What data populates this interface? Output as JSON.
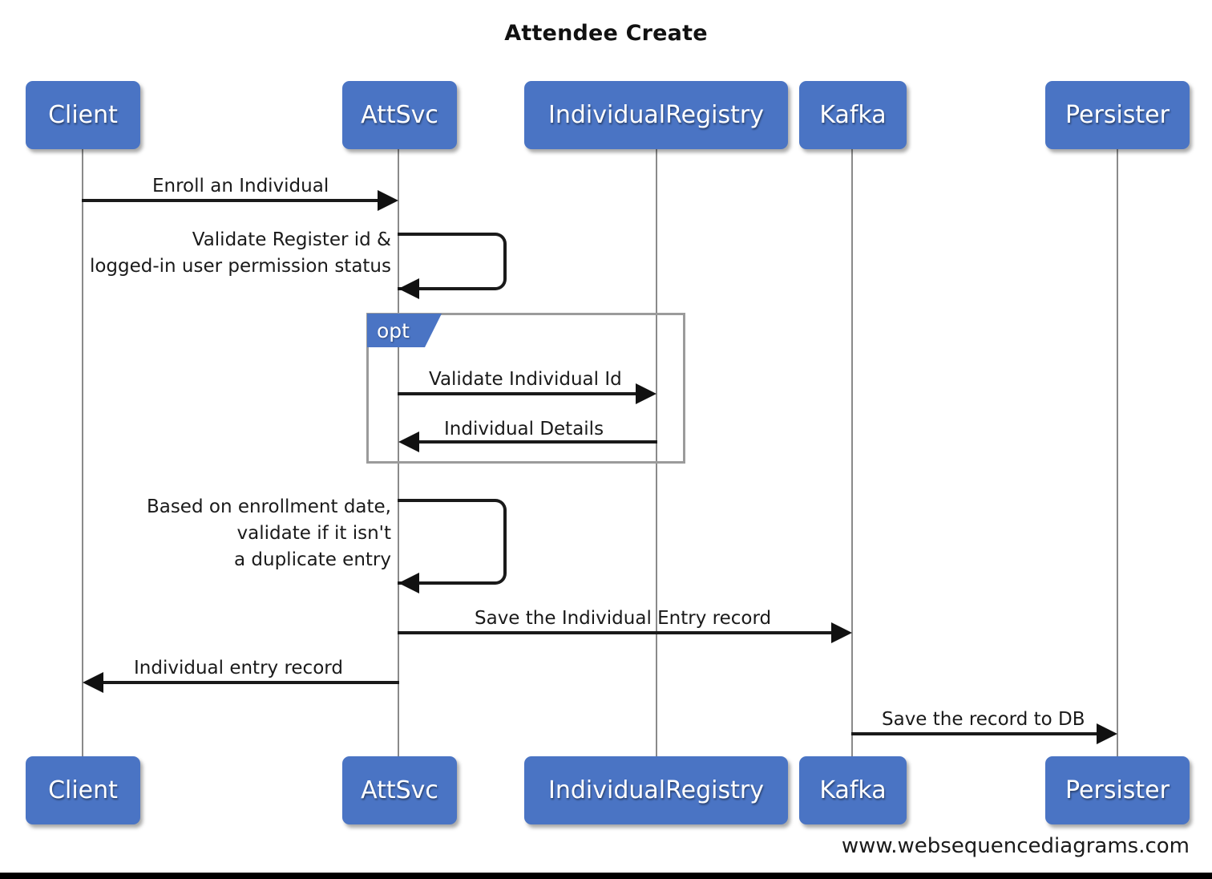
{
  "diagram": {
    "type": "sequence-diagram",
    "title": "Attendee Create",
    "watermark": "www.websequencediagrams.com",
    "colors": {
      "actor_fill": "#4a74c4",
      "actor_text": "#ffffff",
      "lifeline": "#8a8a8a",
      "message": "#1a1a1a",
      "frame_border": "#9b9b9b",
      "frame_tab": "#4a74c4",
      "background": "#ffffff"
    },
    "participants": [
      {
        "id": "client",
        "label": "Client"
      },
      {
        "id": "attsvc",
        "label": "AttSvc"
      },
      {
        "id": "individualregistry",
        "label": "IndividualRegistry"
      },
      {
        "id": "kafka",
        "label": "Kafka"
      },
      {
        "id": "persister",
        "label": "Persister"
      }
    ],
    "fragments": [
      {
        "id": "opt-1",
        "kind": "opt",
        "label": "opt"
      }
    ],
    "messages": [
      {
        "id": "m1",
        "from": "client",
        "to": "attsvc",
        "label": "Enroll an Individual",
        "kind": "sync",
        "direction": "right"
      },
      {
        "id": "m2",
        "from": "attsvc",
        "to": "attsvc",
        "label": "Validate Register id &\nlogged-in user permission status",
        "kind": "self",
        "direction": "self"
      },
      {
        "id": "m3",
        "from": "attsvc",
        "to": "individualregistry",
        "label": "Validate Individual Id",
        "kind": "sync",
        "direction": "right",
        "fragment": "opt-1"
      },
      {
        "id": "m4",
        "from": "individualregistry",
        "to": "attsvc",
        "label": "Individual Details",
        "kind": "sync",
        "direction": "left",
        "fragment": "opt-1"
      },
      {
        "id": "m5",
        "from": "attsvc",
        "to": "attsvc",
        "label": "Based on enrollment date,\nvalidate if it isn't\na duplicate entry",
        "kind": "self",
        "direction": "self"
      },
      {
        "id": "m6",
        "from": "attsvc",
        "to": "kafka",
        "label": "Save the Individual Entry record",
        "kind": "sync",
        "direction": "right"
      },
      {
        "id": "m7",
        "from": "attsvc",
        "to": "client",
        "label": "Individual entry record",
        "kind": "sync",
        "direction": "left"
      },
      {
        "id": "m8",
        "from": "kafka",
        "to": "persister",
        "label": "Save the record to DB",
        "kind": "sync",
        "direction": "right"
      }
    ]
  }
}
